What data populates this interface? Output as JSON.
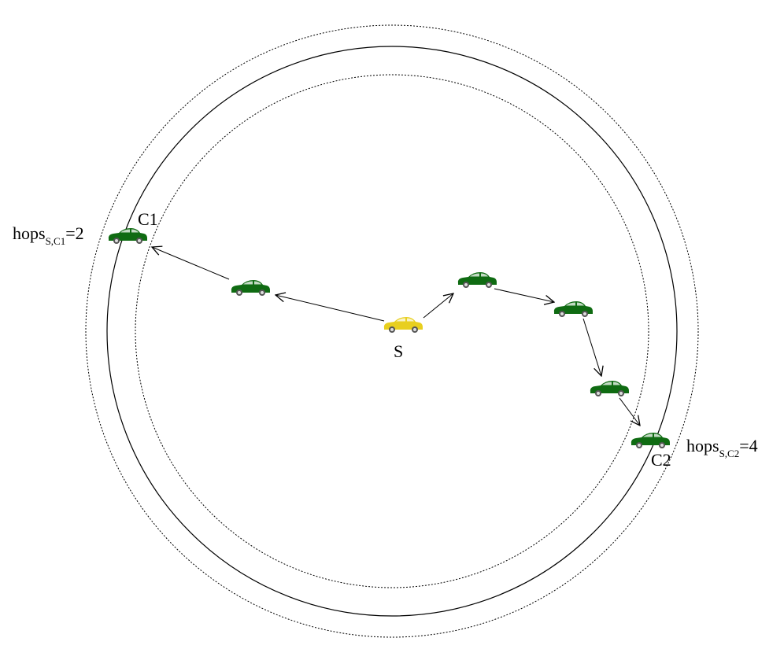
{
  "colors": {
    "source_car": "#e8cf1f",
    "node_car": "#0f6b12",
    "stroke": "#000000",
    "background": "#ffffff"
  },
  "labels": {
    "source": "S",
    "c1": "C1",
    "c2": "C2",
    "hops_c1": {
      "base": "hops",
      "sub": "S,C1",
      "value": "=2"
    },
    "hops_c2": {
      "base": "hops",
      "sub": "S,C2",
      "value": "=4"
    }
  },
  "icons": {
    "car": "car-icon",
    "arrow": "arrowhead"
  }
}
